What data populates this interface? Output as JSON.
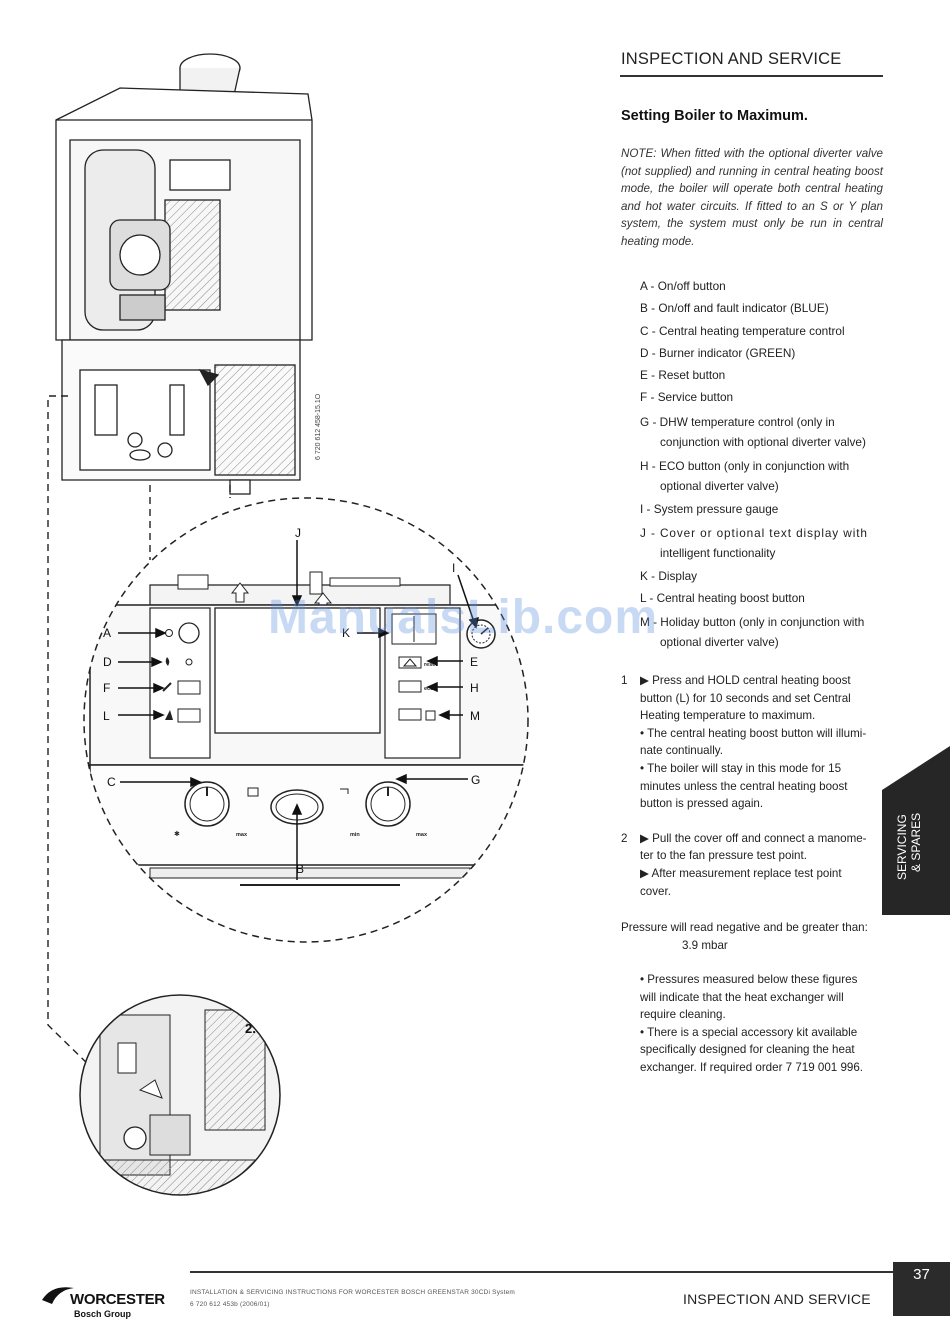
{
  "header": {
    "title": "INSPECTION AND SERVICE"
  },
  "section": {
    "title": "Setting Boiler to Maximum."
  },
  "note": {
    "text": "NOTE: When fitted with the optional diverter valve (not supplied) and running in central heating boost mode, the boiler will operate both central heating and hot water circuits.",
    "text2": "If fitted to an S or Y plan system, the system must only be run in central heating mode."
  },
  "legend": [
    {
      "line1": "A - On/off button"
    },
    {
      "line1": "B - On/off and fault indicator (BLUE)"
    },
    {
      "line1": "C - Central heating temperature control"
    },
    {
      "line1": "D - Burner indicator (GREEN)"
    },
    {
      "line1": "E - Reset button"
    },
    {
      "line1": "F - Service button"
    },
    {
      "line1": "G - DHW temperature control (only in",
      "line2": "conjunction with optional diverter valve)"
    },
    {
      "line1": "H - ECO button (only in conjunction with",
      "line2": "optional diverter valve)"
    },
    {
      "line1": "I - System pressure gauge"
    },
    {
      "line1": "J - Cover or optional text display with",
      "line2": "intelligent functionality"
    },
    {
      "line1": "K - Display"
    },
    {
      "line1": "L - Central heating boost button"
    },
    {
      "line1": "M - Holiday button (only in conjunction with",
      "line2": "optional diverter valve)"
    }
  ],
  "steps": [
    {
      "num": "1",
      "lines": [
        "▶ Press and HOLD central heating boost",
        "button (L) for 10 seconds and set Central",
        "Heating temperature to maximum.",
        "• The central heating boost button will illumi-",
        "nate continually.",
        "• The boiler will stay in this mode for 15",
        "minutes unless the central heating boost",
        "button is pressed again."
      ]
    },
    {
      "num": "2",
      "lines": [
        "▶ Pull the cover off and connect a manome-",
        "ter to the fan pressure test point.",
        "▶ After measurement replace test point",
        "cover."
      ]
    }
  ],
  "pressure": {
    "text": "Pressure will read negative and be greater than:",
    "value": "3.9 mbar"
  },
  "bullets": [
    "• Pressures measured below these figures",
    "will indicate that the heat exchanger will",
    "require cleaning.",
    "• There is a special accessory kit available",
    "specifically designed for cleaning the heat",
    "exchanger. If required order 7 719 001 996."
  ],
  "side_tab": {
    "line1": "SERVICING",
    "line2": "& SPARES"
  },
  "figure": {
    "code": "6 720 612 458-15.1O",
    "labels": {
      "A": "A",
      "B": "B",
      "C": "C",
      "D": "D",
      "E": "E",
      "F": "F",
      "G": "G",
      "H": "H",
      "I": "I",
      "J": "J",
      "K": "K",
      "L": "L",
      "M": "M"
    },
    "detail_label": "2.",
    "reset": "reset",
    "eco": "eco",
    "max": "max",
    "min": "min"
  },
  "watermark": "ManualsLib.com",
  "footer": {
    "title": "INSPECTION AND SERVICE",
    "info1": "INSTALLATION & SERVICING INSTRUCTIONS FOR WORCESTER BOSCH GREENSTAR 30CDi System",
    "info2": "6 720 612 453b (2006/01)",
    "page": "37",
    "logo_name": "WORCESTER",
    "logo_sub": "Bosch Group"
  }
}
